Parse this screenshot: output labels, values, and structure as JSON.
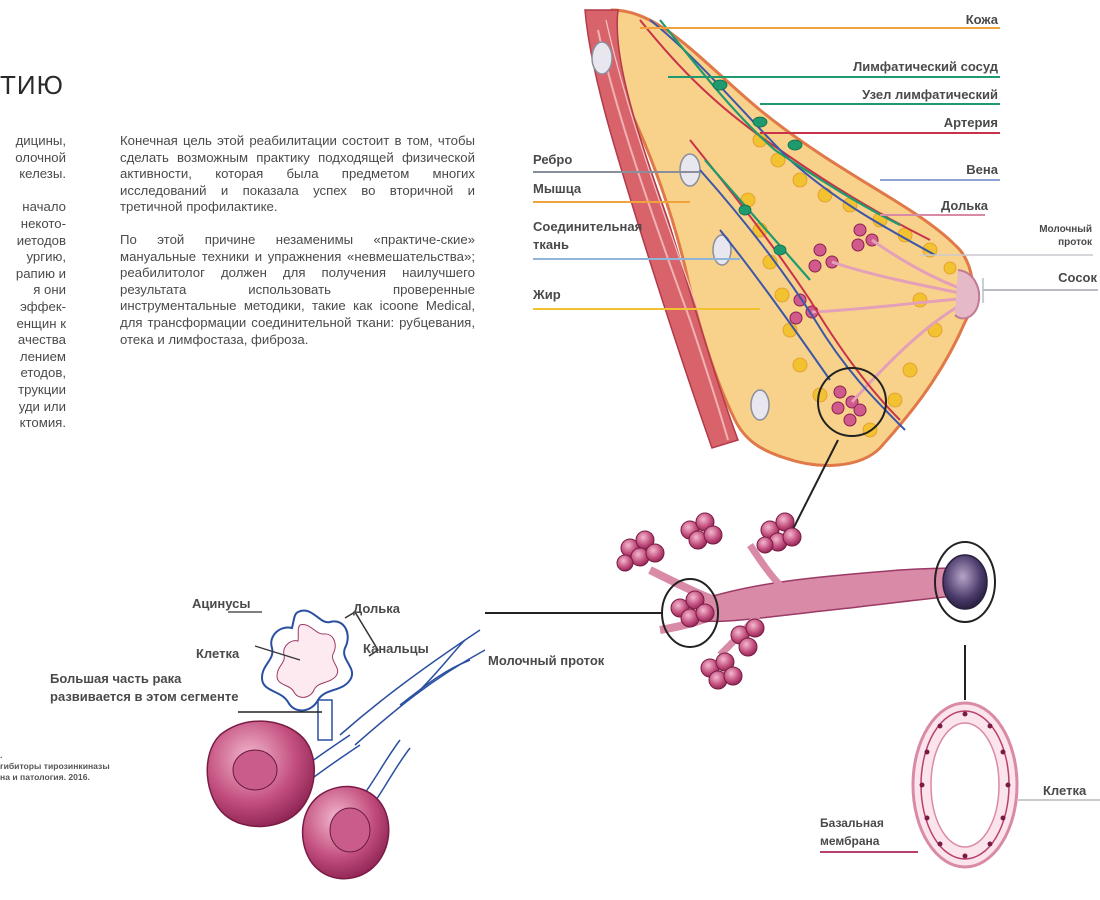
{
  "page": {
    "heading": "ТИЮ",
    "left_column_fragments": {
      "para1": [
        "дицины,",
        "олочной",
        "келезы."
      ],
      "para2": [
        "начало",
        "некото-",
        "иетодов",
        "ургию,",
        "рапию и",
        "я они",
        "эффек-",
        "енщин к",
        "ачества",
        "лением",
        "етодов,",
        "трукции",
        "уди или",
        "ктомия."
      ]
    },
    "body_paragraphs": [
      "Конечная цель этой реабилитации состоит в том, чтобы сделать возможным практику подходящей физической активности, которая была предметом многих исследований и показала успех во вторичной и третичной профилактике.",
      "По этой причине незаменимы «практиче-ские» мануальные техники и упражнения «невмешательства»; реабилитолог должен для получения наилучшего результата использовать проверенные инструментальные методики, такие как icoone Medical, для трансформации соединительной ткани: рубцевания, отека и лимфостаза, фиброза."
    ],
    "references_fragments": [
      ".",
      "гибиторы тирозинкиназы",
      "на и патология. 2016."
    ]
  },
  "diagram": {
    "breast_labels_right": {
      "skin": "Кожа",
      "lymph_vessel": "Лимфатический сосуд",
      "lymph_node": "Узел лимфатический",
      "artery": "Артерия",
      "vein": "Вена",
      "lobule": "Долька",
      "milk_duct_line1": "Молочный",
      "milk_duct_line2": "проток",
      "nipple": "Сосок"
    },
    "breast_labels_left": {
      "rib": "Ребро",
      "muscle": "Мышца",
      "connective_line1": "Соединительная",
      "connective_line2": "ткань",
      "fat": "Жир"
    },
    "lobule_labels": {
      "acini": "Ацинусы",
      "lobule": "Долька",
      "cell": "Клетка",
      "ductules": "Канальцы",
      "milk_duct": "Молочный проток",
      "cancer_line1": "Большая часть рака",
      "cancer_line2": "развивается в этом сегменте"
    },
    "duct_section_labels": {
      "cell": "Клетка",
      "basal_line1": "Базальная",
      "basal_line2": "мембрана"
    },
    "colors": {
      "skin": "#f0a23c",
      "lymph": "#1f9a6e",
      "artery": "#c8324a",
      "vein": "#6a78b8",
      "rib": "#8a8f9c",
      "muscle": "#f0a23c",
      "connective": "#8fb6d8",
      "fat": "#f2c230",
      "nipple": "#b9bcc4",
      "tissue_pink": "#d98aa6",
      "acini": "#b7406e"
    }
  }
}
